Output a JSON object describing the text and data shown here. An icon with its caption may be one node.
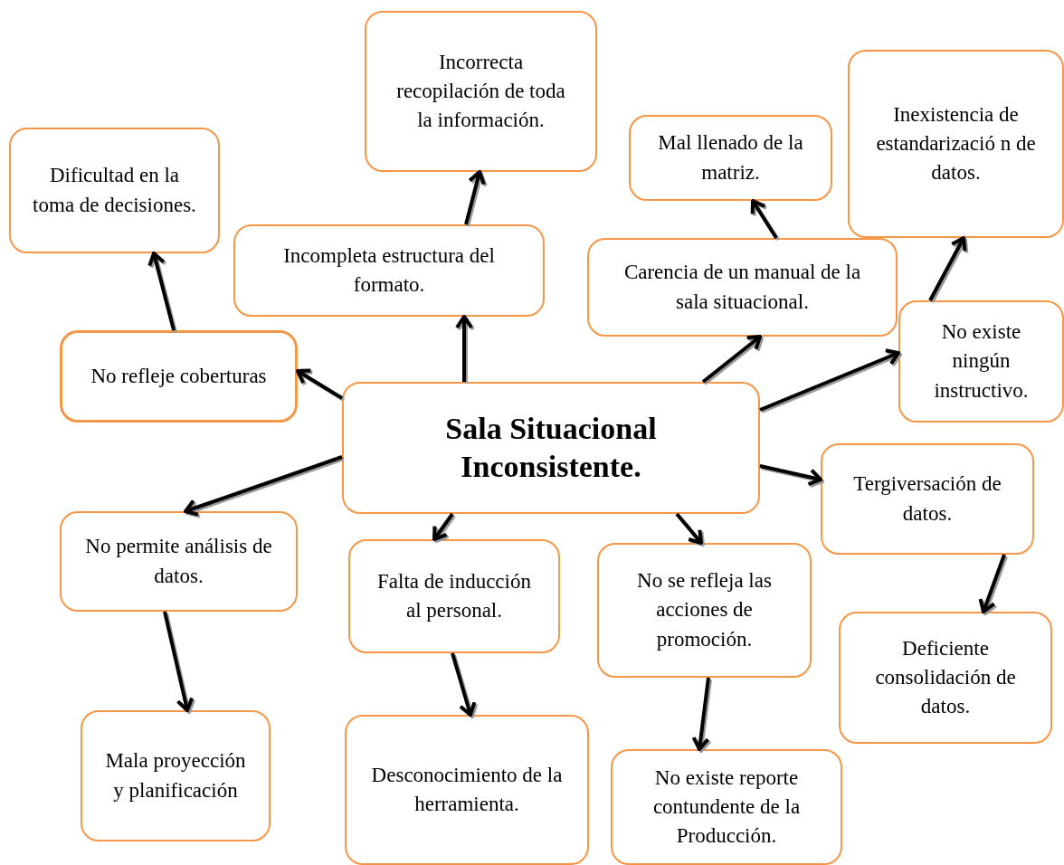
{
  "diagram": {
    "nodes": [
      {
        "text": [
          "Sala Situacional Inconsistente."
        ]
      },
      {
        "text": [
          "Incorrecta recopilación de toda la información."
        ]
      },
      {
        "text": [
          "Dificultad en la toma de decisiones."
        ]
      },
      {
        "text": [
          "Mal llenado de la matriz."
        ]
      },
      {
        "text": [
          "Inexistencia de estandarizació n de datos."
        ]
      },
      {
        "text": [
          "Incompleta estructura del formato."
        ]
      },
      {
        "text": [
          "Carencia de un manual de la sala situacional."
        ]
      },
      {
        "text": [
          "No refleje coberturas"
        ]
      },
      {
        "text": [
          "No existe ningún instructivo."
        ]
      },
      {
        "text": [
          "Tergiversación de datos."
        ]
      },
      {
        "text": [
          "No permite análisis de datos."
        ]
      },
      {
        "text": [
          "Falta de inducción al personal."
        ]
      },
      {
        "text": [
          "No se refleja las acciones de promoción."
        ]
      },
      {
        "text": [
          "Deficiente consolidación de datos."
        ]
      },
      {
        "text": [
          "Mala proyección y planificación"
        ]
      },
      {
        "text": [
          "Desconocimiento de la herramienta."
        ]
      },
      {
        "text": [
          "No existe reporte contundente de la Producción."
        ]
      }
    ],
    "edges": [
      {
        "from": 0,
        "to": 7,
        "arrow": "to"
      },
      {
        "from": 7,
        "to": 2,
        "arrow": "to"
      },
      {
        "from": 0,
        "to": 5,
        "arrow": "to"
      },
      {
        "from": 5,
        "to": 1,
        "arrow": "to"
      },
      {
        "from": 0,
        "to": 6,
        "arrow": "to"
      },
      {
        "from": 6,
        "to": 3,
        "arrow": "to"
      },
      {
        "from": 0,
        "to": 8,
        "arrow": "to"
      },
      {
        "from": 8,
        "to": 4,
        "arrow": "to"
      },
      {
        "from": 0,
        "to": 10,
        "arrow": "to"
      },
      {
        "from": 0,
        "to": 9,
        "arrow": "to"
      },
      {
        "from": 0,
        "to": 11,
        "arrow": "to"
      },
      {
        "from": 0,
        "to": 12,
        "arrow": "to"
      },
      {
        "from": 10,
        "to": 14,
        "arrow": "to"
      },
      {
        "from": 11,
        "to": 15,
        "arrow": "to"
      },
      {
        "from": 12,
        "to": 16,
        "arrow": "to"
      },
      {
        "from": 9,
        "to": 13,
        "arrow": "to"
      }
    ]
  }
}
